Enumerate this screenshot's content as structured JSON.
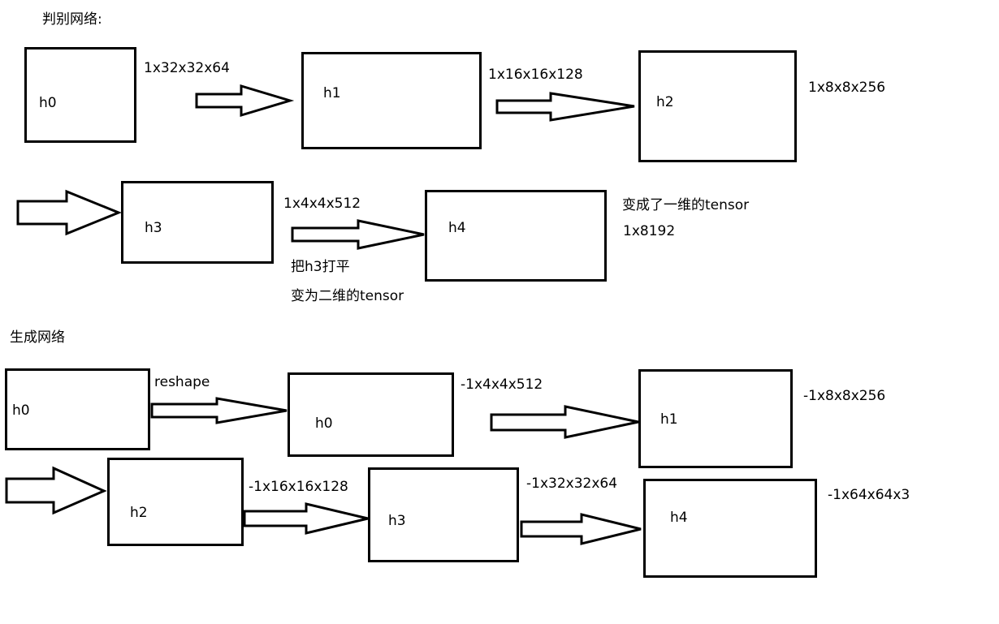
{
  "discriminator": {
    "title": "判别网络:",
    "boxes": [
      {
        "label": "h0"
      },
      {
        "label": "h1"
      },
      {
        "label": "h2"
      },
      {
        "label": "h3"
      },
      {
        "label": "h4"
      }
    ],
    "shapes": [
      "1x32x32x64",
      "1x16x16x128",
      "1x8x8x256",
      "1x4x4x512"
    ],
    "flatten_note_1": "把h3打平",
    "flatten_note_2": "变为二维的tensor",
    "output_note": "变成了一维的tensor",
    "output_shape": "1x8192"
  },
  "generator": {
    "title": "生成网络",
    "boxes": [
      {
        "label": "h0"
      },
      {
        "label": "h0"
      },
      {
        "label": "h1"
      },
      {
        "label": "h2"
      },
      {
        "label": "h3"
      },
      {
        "label": "h4"
      }
    ],
    "reshape_label": "reshape",
    "shapes": [
      "-1x4x4x512",
      "-1x8x8x256",
      "-1x16x16x128",
      "-1x32x32x64",
      "-1x64x64x3"
    ]
  }
}
